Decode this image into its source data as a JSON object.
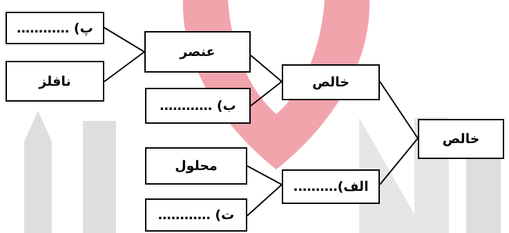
{
  "colors": {
    "watermark_red": "#e85a6a",
    "watermark_gray": "#c8c8c8",
    "line": "#000000"
  },
  "nodes": {
    "pe": "پ) …………",
    "nafelez": "نافلز",
    "onsor": "عنصر",
    "be": "ب) …………",
    "khales_mid": "خالص",
    "khales_right": "خالص",
    "mahlul": "محلول",
    "te": "ت) …………",
    "alef": "الف)………."
  }
}
